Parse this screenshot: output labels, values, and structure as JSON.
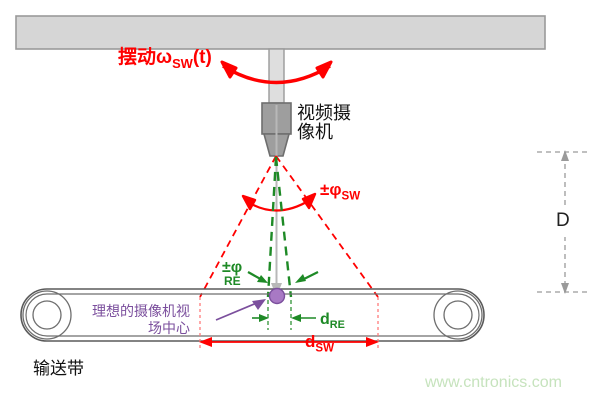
{
  "diagram": {
    "title": "Camera swing geometry over conveyor belt",
    "labels": {
      "swing": "摆动ω",
      "swing_sub": "SW",
      "swing_tail": "(t)",
      "camera_line1": "视频摄",
      "camera_line2": "像机",
      "phi_sw": "±φ",
      "phi_sw_sub": "SW",
      "phi_re": "±φ",
      "phi_re_sub": "RE",
      "fov_center_line1": "理想的摄像机视",
      "fov_center_line2": "场中心",
      "d_re": "d",
      "d_re_sub": "RE",
      "d_sw": "d",
      "d_sw_sub": "SW",
      "conveyor": "输送带",
      "distance": "D",
      "watermark": "www.cntronics.com"
    },
    "colors": {
      "swing_red": "#ff0000",
      "beam_red": "#ff0000",
      "beam_green": "#1e8a26",
      "center_purple": "#7b4f9d",
      "structure_gray": "#d4d4d4",
      "structure_stroke": "#9a9a9a",
      "dimension_gray": "#9a9a9a",
      "belt_stroke": "#555555",
      "watermark_green": "#c6e3bd",
      "text_black": "#111111"
    },
    "parts": {
      "ceiling_beam": "ceiling-mount-beam",
      "pole": "camera-support-pole",
      "camera_body": "camera-body",
      "camera_lens": "camera-lens",
      "belt": "conveyor-belt",
      "pulley_left": "left-pulley",
      "pulley_right": "right-pulley",
      "fov_dot": "field-of-view-center-dot"
    }
  }
}
